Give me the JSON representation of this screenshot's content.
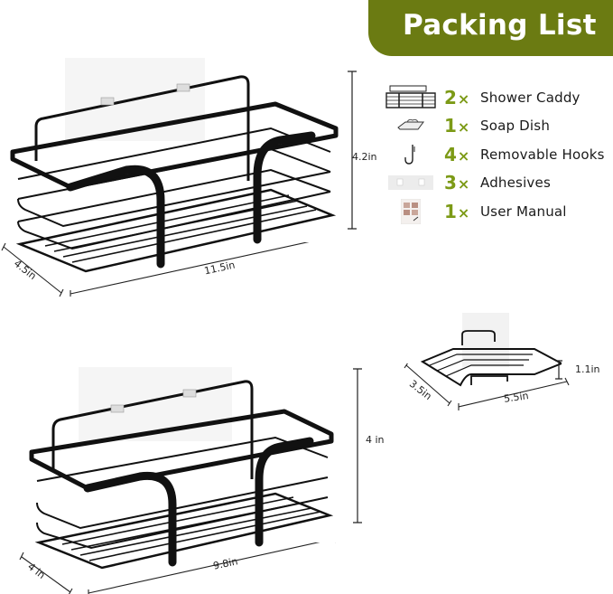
{
  "banner": {
    "title": "Packing List",
    "bg_color": "#6b7b12"
  },
  "packing_list": {
    "qty_color": "#7c9a16",
    "items": [
      {
        "qty": "2",
        "mult": "×",
        "label": "Shower Caddy",
        "icon": "shower-caddy-icon"
      },
      {
        "qty": "1",
        "mult": "×",
        "label": "Soap Dish",
        "icon": "soap-dish-icon"
      },
      {
        "qty": "4",
        "mult": "×",
        "label": "Removable Hooks",
        "icon": "hook-icon"
      },
      {
        "qty": "3",
        "mult": "×",
        "label": "Adhesives",
        "icon": "adhesive-icon"
      },
      {
        "qty": "1",
        "mult": "×",
        "label": "User Manual",
        "icon": "manual-icon"
      }
    ]
  },
  "large_caddy": {
    "height": "4.2in",
    "depth": "4.5in",
    "width": "11.5in"
  },
  "small_caddy": {
    "height": "4 in",
    "depth": "4 in",
    "width": "9.8in"
  },
  "soap_dish": {
    "height": "1.1in",
    "depth": "3.5in",
    "width": "5.5in"
  }
}
